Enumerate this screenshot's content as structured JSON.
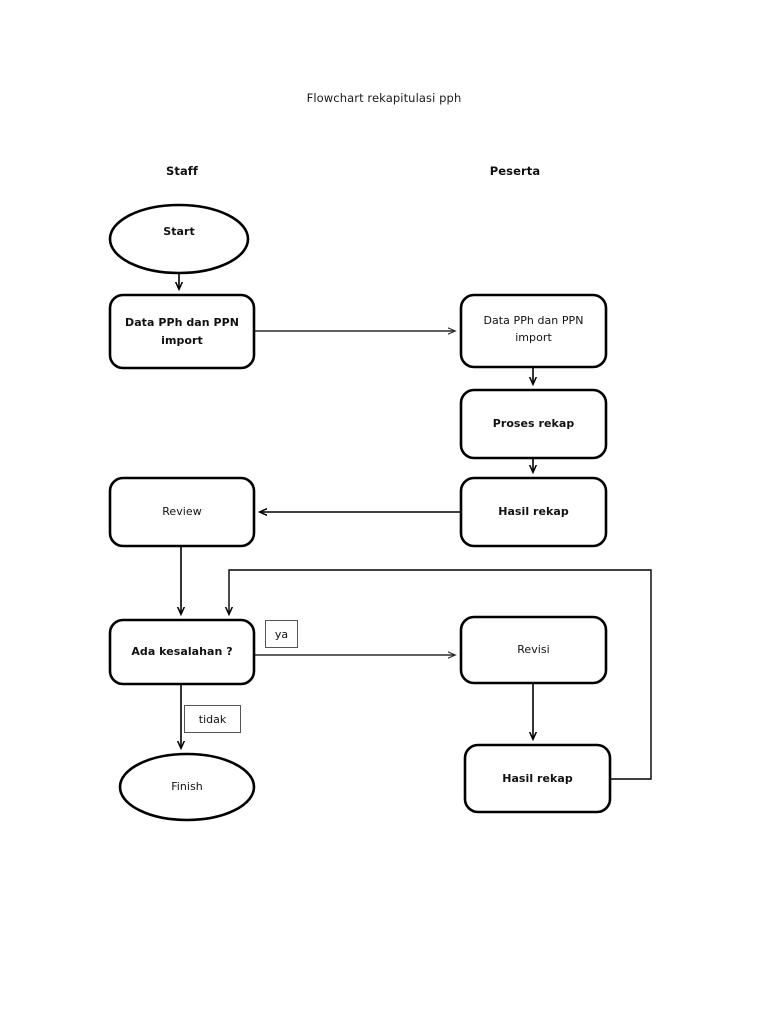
{
  "document": {
    "title": "Flowchart rekapitulasi pph"
  },
  "lanes": [
    {
      "id": "staff",
      "label": "Staff"
    },
    {
      "id": "peserta",
      "label": "Peserta"
    }
  ],
  "chart_data": {
    "type": "diagram",
    "diagram_type": "flowchart",
    "title": "Flowchart rekapitulasi pph",
    "lanes": [
      "Staff",
      "Peserta"
    ],
    "nodes": [
      {
        "id": "start",
        "label": "Start",
        "shape": "ellipse",
        "lane": "Staff"
      },
      {
        "id": "data-staff",
        "label": "Data PPh dan PPN import",
        "shape": "rounded-rect",
        "lane": "Staff"
      },
      {
        "id": "data-peserta",
        "label": "Data PPh dan PPN import",
        "shape": "rounded-rect",
        "lane": "Peserta"
      },
      {
        "id": "proses-rekap",
        "label": "Proses rekap",
        "shape": "rounded-rect",
        "lane": "Peserta"
      },
      {
        "id": "hasil-rekap-1",
        "label": "Hasil rekap",
        "shape": "rounded-rect",
        "lane": "Peserta"
      },
      {
        "id": "review",
        "label": "Review",
        "shape": "rounded-rect",
        "lane": "Staff"
      },
      {
        "id": "keputusan",
        "label": "Ada kesalahan ?",
        "shape": "rounded-rect",
        "lane": "Staff"
      },
      {
        "id": "revisi",
        "label": "Revisi",
        "shape": "rounded-rect",
        "lane": "Peserta"
      },
      {
        "id": "hasil-rekap-2",
        "label": "Hasil rekap",
        "shape": "rounded-rect",
        "lane": "Peserta"
      },
      {
        "id": "finish",
        "label": "Finish",
        "shape": "ellipse",
        "lane": "Staff"
      }
    ],
    "edges": [
      {
        "from": "start",
        "to": "data-staff",
        "label": ""
      },
      {
        "from": "data-staff",
        "to": "data-peserta",
        "label": ""
      },
      {
        "from": "data-peserta",
        "to": "proses-rekap",
        "label": ""
      },
      {
        "from": "proses-rekap",
        "to": "hasil-rekap-1",
        "label": ""
      },
      {
        "from": "hasil-rekap-1",
        "to": "review",
        "label": ""
      },
      {
        "from": "review",
        "to": "keputusan",
        "label": ""
      },
      {
        "from": "keputusan",
        "to": "revisi",
        "label": "ya"
      },
      {
        "from": "keputusan",
        "to": "finish",
        "label": "tidak"
      },
      {
        "from": "revisi",
        "to": "hasil-rekap-2",
        "label": ""
      },
      {
        "from": "hasil-rekap-2",
        "to": "keputusan",
        "label": ""
      }
    ]
  },
  "nodes": {
    "start": {
      "label": "Start"
    },
    "data_staff": {
      "line1": "Data PPh dan PPN",
      "line2": "import"
    },
    "data_peserta": {
      "line1": "Data PPh dan PPN",
      "line2": "import"
    },
    "proses_rekap": {
      "label": "Proses rekap"
    },
    "hasil_rekap_1": {
      "label": "Hasil rekap"
    },
    "review": {
      "label": "Review"
    },
    "keputusan": {
      "label": "Ada kesalahan ?"
    },
    "revisi": {
      "label": "Revisi"
    },
    "hasil_rekap_2": {
      "label": "Hasil rekap"
    },
    "finish": {
      "label": "Finish"
    }
  },
  "edge_labels": {
    "ya": "ya",
    "tidak": "tidak"
  },
  "colors": {
    "stroke": "#000000",
    "thin_stroke": "#555555",
    "text": "#111111",
    "background": "#ffffff"
  }
}
